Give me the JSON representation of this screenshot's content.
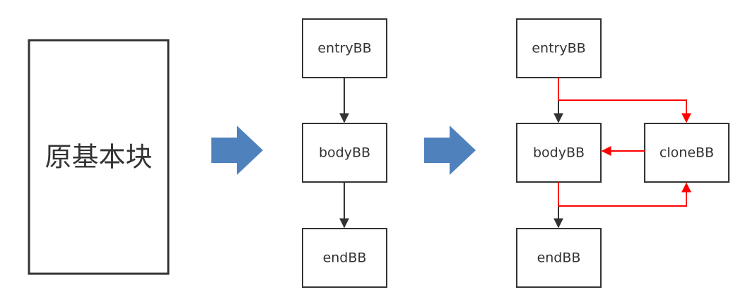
{
  "original_block": {
    "label": "原基本块"
  },
  "middle": {
    "entry": "entryBB",
    "body": "bodyBB",
    "end": "endBB"
  },
  "right": {
    "entry": "entryBB",
    "body": "bodyBB",
    "end": "endBB",
    "clone": "cloneBB"
  },
  "colors": {
    "box_stroke": "#333333",
    "arrow_black": "#333333",
    "arrow_red": "#ff0000",
    "block_arrow": "#4f81bd"
  }
}
